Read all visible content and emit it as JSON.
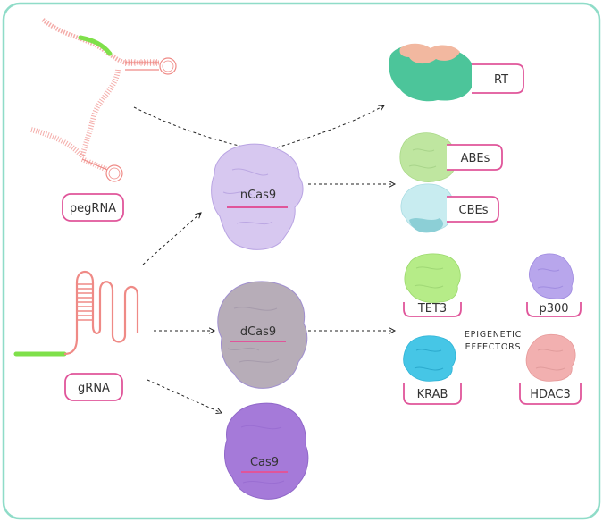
{
  "labels": {
    "pegrna": "pegRNA",
    "grna": "gRNA",
    "ncas9": "nCas9",
    "dcas9": "dCas9",
    "cas9": "Cas9",
    "rt": "RT",
    "abes": "ABEs",
    "cbes": "CBEs",
    "tet3": "TET3",
    "p300": "p300",
    "krab": "KRAB",
    "hdac3": "HDAC3",
    "epigenetic_line1": "EPIGENETIC",
    "epigenetic_line2": "EFFECTORS"
  },
  "colors": {
    "frame": "#8fdcc8",
    "pink": "#e0559a",
    "rna": "#ef8a86",
    "green_rna": "#7fe04a",
    "ncas9": "#d7c8f0",
    "dcas9": "#b7adb8",
    "cas9": "#a57ad9",
    "rt_teal": "#4cc59a",
    "rt_peach": "#f2b8a0",
    "abe": "#bfe6a0",
    "cbe": "#c8ecf0",
    "tet3": "#b6ec88",
    "p300": "#b8a6ec",
    "krab": "#46c6e6",
    "hdac3": "#f2b0b0"
  }
}
